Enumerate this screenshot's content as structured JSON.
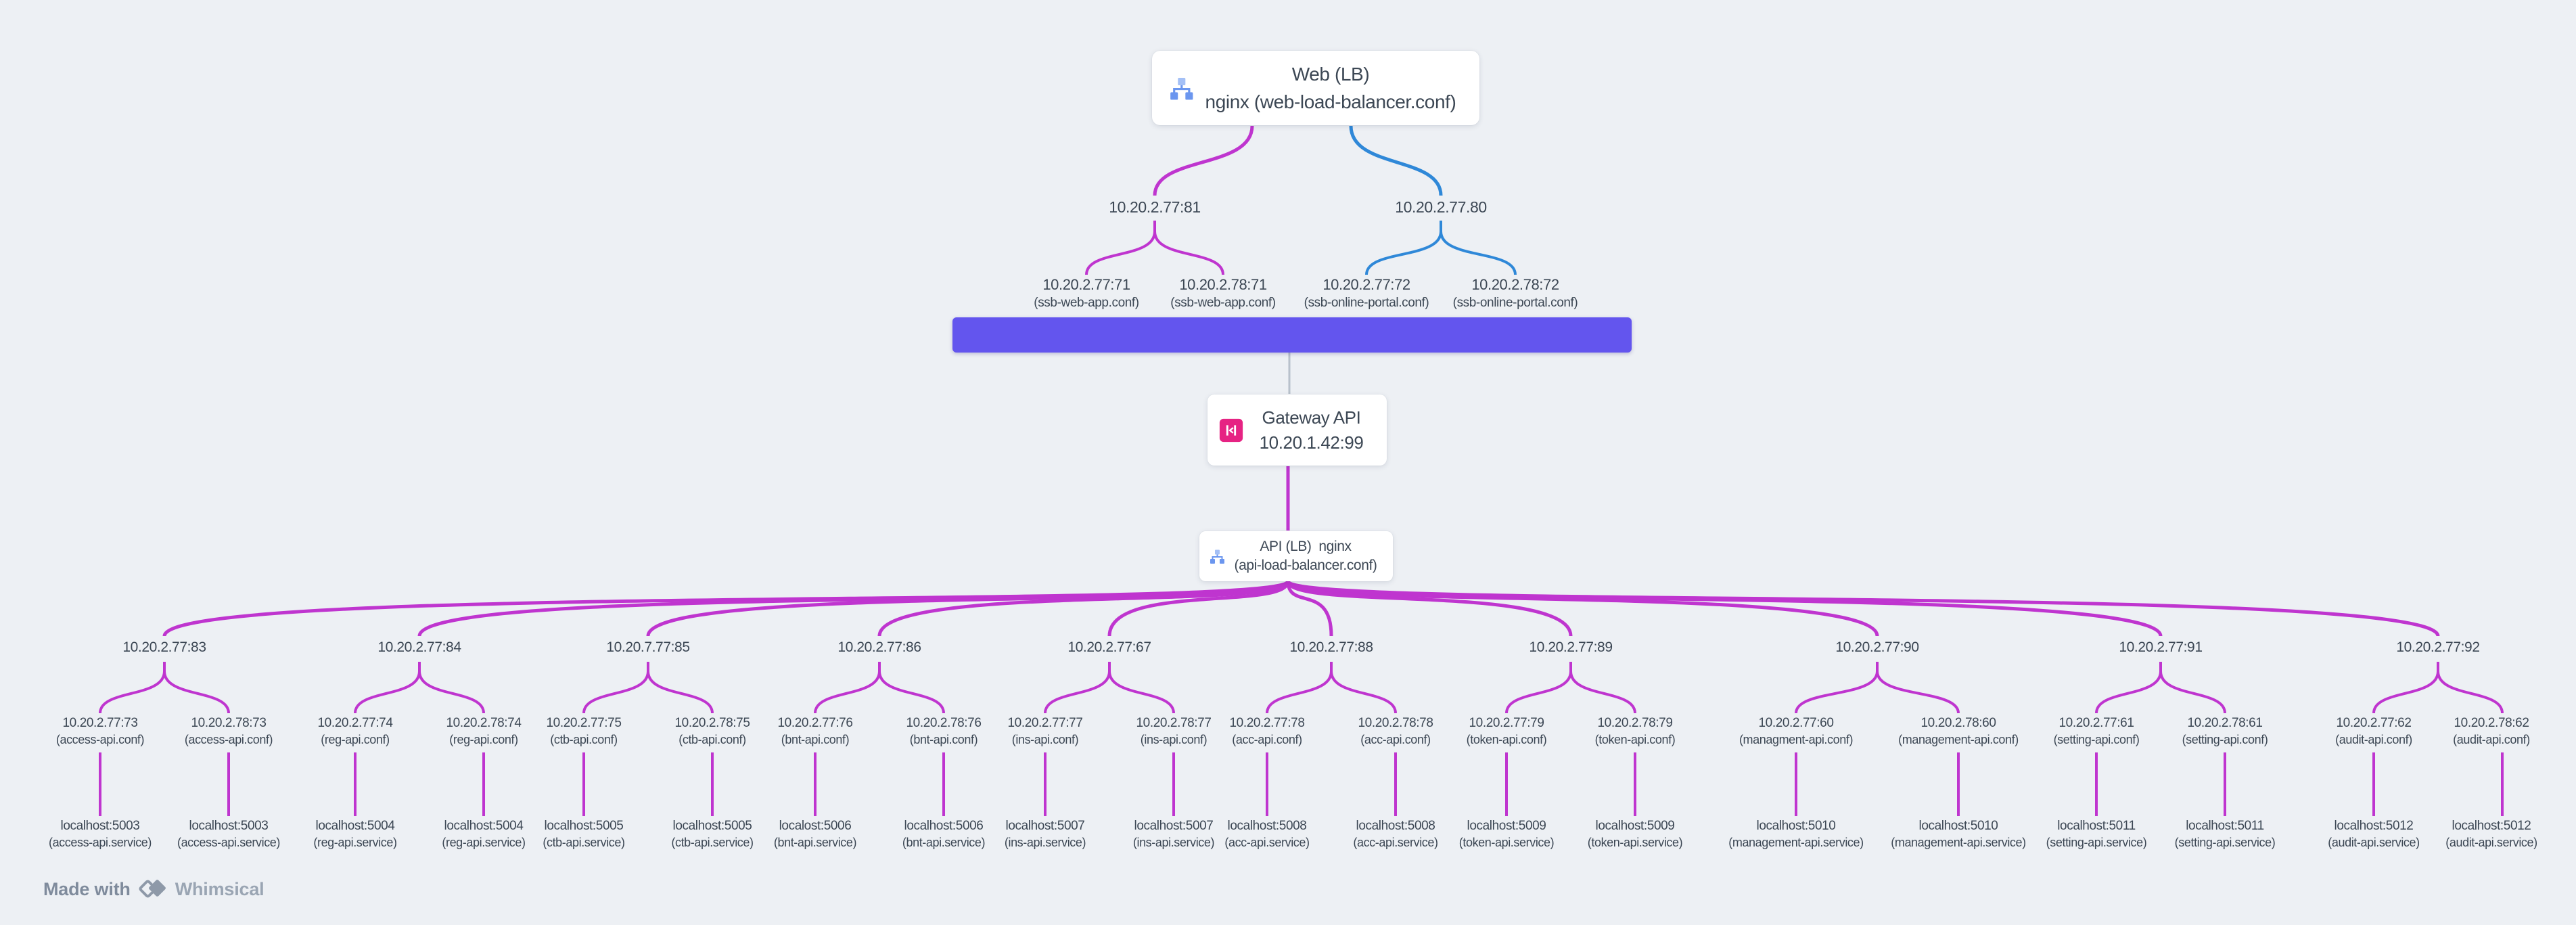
{
  "colors": {
    "background": "#edf0f4",
    "magenta_line": "#bf35cf",
    "blue_line": "#2f88d8",
    "bar": "#6355ee",
    "gray_line": "#b8c1cb",
    "text": "#3c4754",
    "api_icon_pink": "#e62383",
    "lb_icon_blue": "#6b96ef",
    "footer_gray": "#8e99a8"
  },
  "web_lb": {
    "title": "Web (LB)",
    "subtitle": "nginx (web-load-balancer.conf)",
    "icon": "sitemap-icon"
  },
  "web_tree": {
    "branches": [
      {
        "ip": "10.20.2.77:81",
        "children": [
          {
            "ip": "10.20.2.77:71",
            "conf": "(ssb-web-app.conf)"
          },
          {
            "ip": "10.20.2.78:71",
            "conf": "(ssb-web-app.conf)"
          }
        ]
      },
      {
        "ip": "10.20.2.77.80",
        "children": [
          {
            "ip": "10.20.2.77:72",
            "conf": "(ssb-online-portal.conf)"
          },
          {
            "ip": "10.20.2.78:72",
            "conf": "(ssb-online-portal.conf)"
          }
        ]
      }
    ]
  },
  "gateway": {
    "title": "Gateway API",
    "address": "10.20.1.42:99",
    "icon": "api-icon"
  },
  "api_lb": {
    "title": "API (LB)  nginx",
    "subtitle": "(api-load-balancer.conf)",
    "icon": "sitemap-icon"
  },
  "api_tree": {
    "branches": [
      {
        "ip": "10.20.2.77:83",
        "children": [
          {
            "ip": "10.20.2.77:73",
            "conf": "(access-api.conf)",
            "host": "localhost:5003",
            "service": "(access-api.service)"
          },
          {
            "ip": "10.20.2.78:73",
            "conf": "(access-api.conf)",
            "host": "localhost:5003",
            "service": "(access-api.service)"
          }
        ]
      },
      {
        "ip": "10.20.2.77:84",
        "children": [
          {
            "ip": "10.20.2.77:74",
            "conf": "(reg-api.conf)",
            "host": "localhost:5004",
            "service": "(reg-api.service)"
          },
          {
            "ip": "10.20.2.78:74",
            "conf": "(reg-api.conf)",
            "host": "localhost:5004",
            "service": "(reg-api.service)"
          }
        ]
      },
      {
        "ip": "10.20.7.77:85",
        "children": [
          {
            "ip": "10.20.2.77:75",
            "conf": "(ctb-api.conf)",
            "host": "localhost:5005",
            "service": "(ctb-api.service)"
          },
          {
            "ip": "10.20.2.78:75",
            "conf": "(ctb-api.conf)",
            "host": "localhost:5005",
            "service": "(ctb-api.service)"
          }
        ]
      },
      {
        "ip": "10.20.2.77:86",
        "children": [
          {
            "ip": "10.20.2.77:76",
            "conf": "(bnt-api.conf)",
            "host": "localost:5006",
            "service": "(bnt-api.service)"
          },
          {
            "ip": "10.20.2.78:76",
            "conf": "(bnt-api.conf)",
            "host": "localhost:5006",
            "service": "(bnt-api.service)"
          }
        ]
      },
      {
        "ip": "10.20.2.77:67",
        "children": [
          {
            "ip": "10.20.2.77:77",
            "conf": "(ins-api.conf)",
            "host": "localhost:5007",
            "service": "(ins-api.service)"
          },
          {
            "ip": "10.20.2.78:77",
            "conf": "(ins-api.conf)",
            "host": "localhost:5007",
            "service": "(ins-api.service)"
          }
        ]
      },
      {
        "ip": "10.20.2.77:88",
        "children": [
          {
            "ip": "10.20.2.77:78",
            "conf": "(acc-api.conf)",
            "host": "localhost:5008",
            "service": "(acc-api.service)"
          },
          {
            "ip": "10.20.2.78:78",
            "conf": "(acc-api.conf)",
            "host": "localhost:5008",
            "service": "(acc-api.service)"
          }
        ]
      },
      {
        "ip": "10.20.2.77:89",
        "children": [
          {
            "ip": "10.20.2.77:79",
            "conf": "(token-api.conf)",
            "host": "localhost:5009",
            "service": "(token-api.service)"
          },
          {
            "ip": "10.20.2.78:79",
            "conf": "(token-api.conf)",
            "host": "localhost:5009",
            "service": "(token-api.service)"
          }
        ]
      },
      {
        "ip": "10.20.2.77:90",
        "children": [
          {
            "ip": "10.20.2.77:60",
            "conf": "(managment-api.conf)",
            "host": "localhost:5010",
            "service": "(management-api.service)"
          },
          {
            "ip": "10.20.2.78:60",
            "conf": "(management-api.conf)",
            "host": "localhost:5010",
            "service": "(management-api.service)"
          }
        ]
      },
      {
        "ip": "10.20.2.77:91",
        "children": [
          {
            "ip": "10.20.2.77:61",
            "conf": "(setting-api.conf)",
            "host": "localhost:5011",
            "service": "(setting-api.service)"
          },
          {
            "ip": "10.20.2.78:61",
            "conf": "(setting-api.conf)",
            "host": "localhost:5011",
            "service": "(setting-api.service)"
          }
        ]
      },
      {
        "ip": "10.20.2.77:92",
        "children": [
          {
            "ip": "10.20.2.77:62",
            "conf": "(audit-api.conf)",
            "host": "localhost:5012",
            "service": "(audit-api.service)"
          },
          {
            "ip": "10.20.2.78:62",
            "conf": "(audit-api.conf)",
            "host": "localhost:5012",
            "service": "(audit-api.service)"
          }
        ]
      }
    ]
  },
  "footer": {
    "made_with": "Made with",
    "brand": "Whimsical"
  }
}
